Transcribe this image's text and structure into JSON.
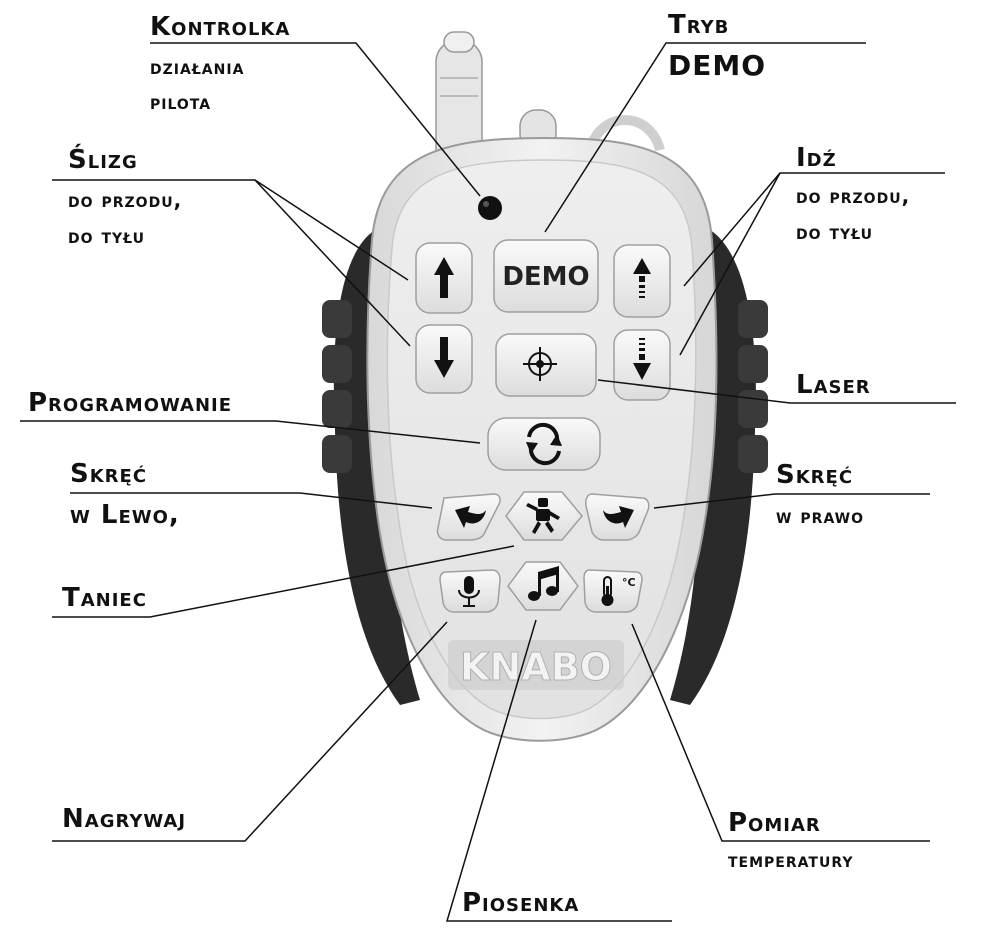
{
  "labels": {
    "indicator": {
      "line1": "Kontrolka",
      "line2": "działania",
      "line3": "pilota"
    },
    "demo_mode": {
      "line1": "Tryb",
      "line2": "DEMO"
    },
    "slide": {
      "line1": "Ślizg",
      "line2": "do przodu,",
      "line3": "do tyłu"
    },
    "walk": {
      "line1": "Idź",
      "line2": "do przodu,",
      "line3": "do tyłu"
    },
    "laser": "Laser",
    "programming": "Programowanie",
    "turn_left": {
      "line1": "Skręć",
      "line2": "w Lewo,"
    },
    "turn_right": {
      "line1": "Skręć",
      "line2": "w prawo"
    },
    "dance": "Taniec",
    "record": "Nagrywaj",
    "temperature": {
      "line1": "Pomiar",
      "line2": "temperatury"
    },
    "song": "Piosenka"
  },
  "remote": {
    "demo_button": "DEMO",
    "brand": "KNABO",
    "temp_unit": "°C"
  },
  "icons": {
    "arrow_up": "arrow-up-icon",
    "arrow_down": "arrow-down-icon",
    "walk_up": "dotted-arrow-up-icon",
    "walk_down": "dotted-arrow-down-icon",
    "laser": "crosshair-icon",
    "program": "refresh-icon",
    "turn_left": "turn-left-icon",
    "turn_right": "turn-right-icon",
    "dance": "dancing-robot-icon",
    "record": "microphone-icon",
    "song": "music-note-icon",
    "temperature": "thermometer-icon",
    "indicator": "indicator-led-icon"
  },
  "colors": {
    "body": "#e9e9e9",
    "button": "#f4f4f4",
    "grip": "#2a2a2a",
    "ink": "#111111",
    "brand_text": "#bdbdbd"
  }
}
